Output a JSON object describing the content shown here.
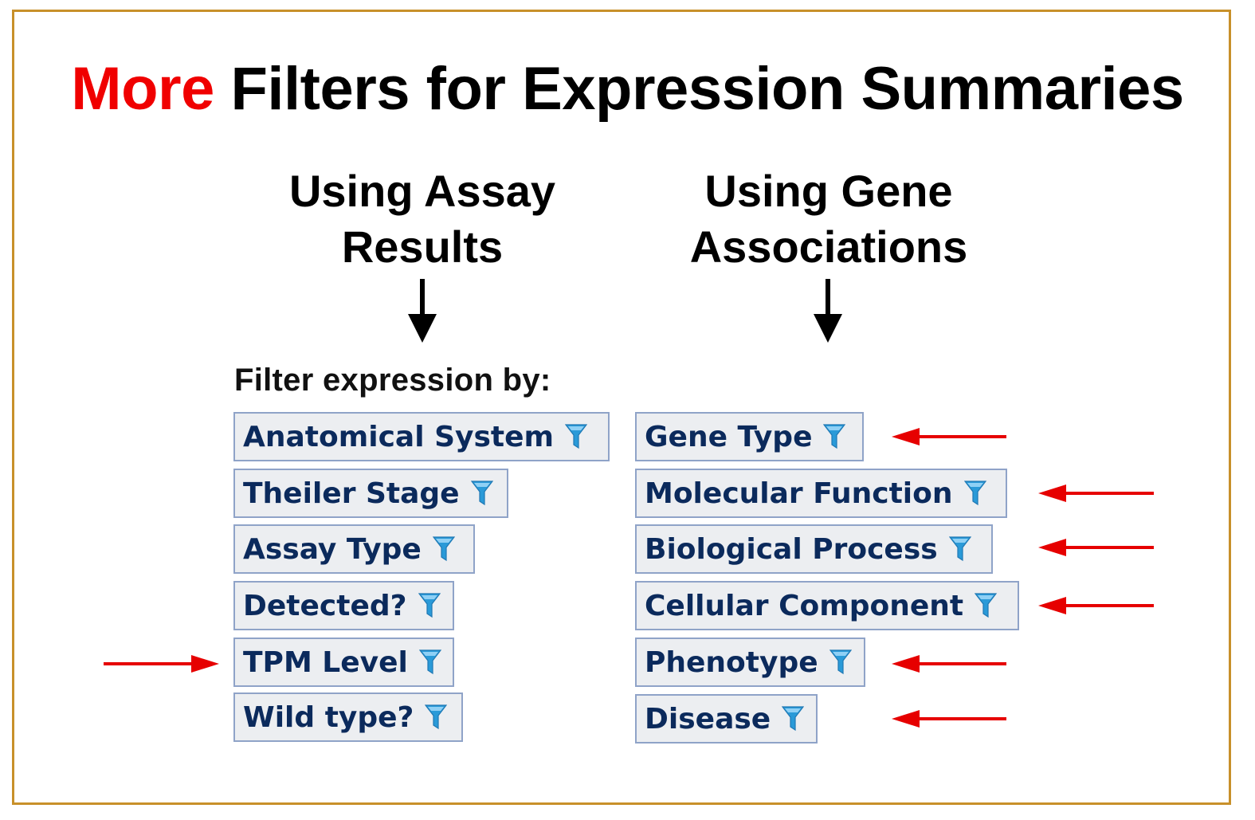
{
  "title": {
    "accent": "More",
    "rest": "Filters for Expression Summaries"
  },
  "columns": {
    "left": {
      "line1": "Using Assay",
      "line2": "Results"
    },
    "right": {
      "line1": "Using Gene",
      "line2": "Associations"
    }
  },
  "filter_label": "Filter expression by:",
  "left_filters": [
    {
      "label": "Anatomical System",
      "icon": "funnel-icon"
    },
    {
      "label": "Theiler Stage",
      "icon": "funnel-icon"
    },
    {
      "label": "Assay Type",
      "icon": "funnel-icon"
    },
    {
      "label": "Detected?",
      "icon": "funnel-icon"
    },
    {
      "label": "TPM Level",
      "icon": "funnel-icon"
    },
    {
      "label": "Wild type?",
      "icon": "funnel-icon"
    }
  ],
  "right_filters": [
    {
      "label": "Gene Type",
      "icon": "funnel-icon"
    },
    {
      "label": "Molecular Function",
      "icon": "funnel-icon"
    },
    {
      "label": "Biological Process",
      "icon": "funnel-icon"
    },
    {
      "label": "Cellular Component",
      "icon": "funnel-icon"
    },
    {
      "label": "Phenotype",
      "icon": "funnel-icon"
    },
    {
      "label": "Disease",
      "icon": "funnel-icon"
    }
  ],
  "colors": {
    "frame_border": "#c8902a",
    "accent_red": "#f00000",
    "button_text": "#0b2a5c",
    "button_border": "#8fa3c8",
    "button_bg": "#eceef1",
    "funnel_blue": "#2a9ad8"
  }
}
